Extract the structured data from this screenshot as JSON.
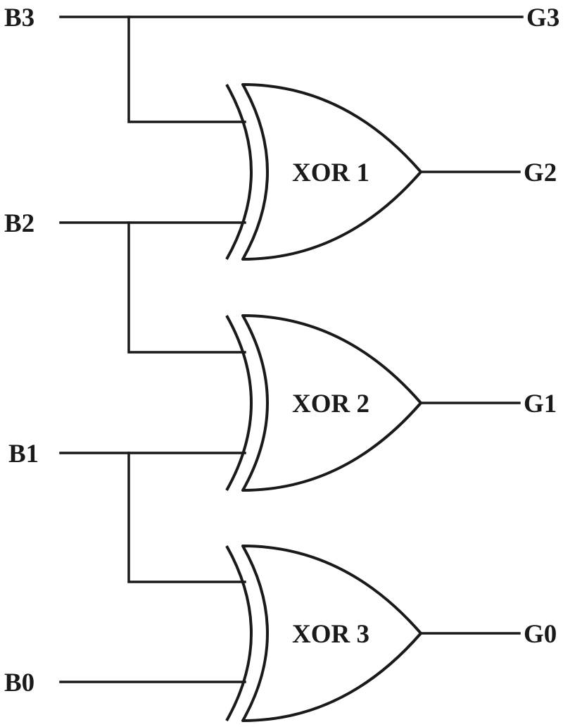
{
  "inputs": [
    "B3",
    "B2",
    "B1",
    "B0"
  ],
  "outputs": [
    "G3",
    "G2",
    "G1",
    "G0"
  ],
  "gates": [
    "XOR 1",
    "XOR 2",
    "XOR 3"
  ]
}
